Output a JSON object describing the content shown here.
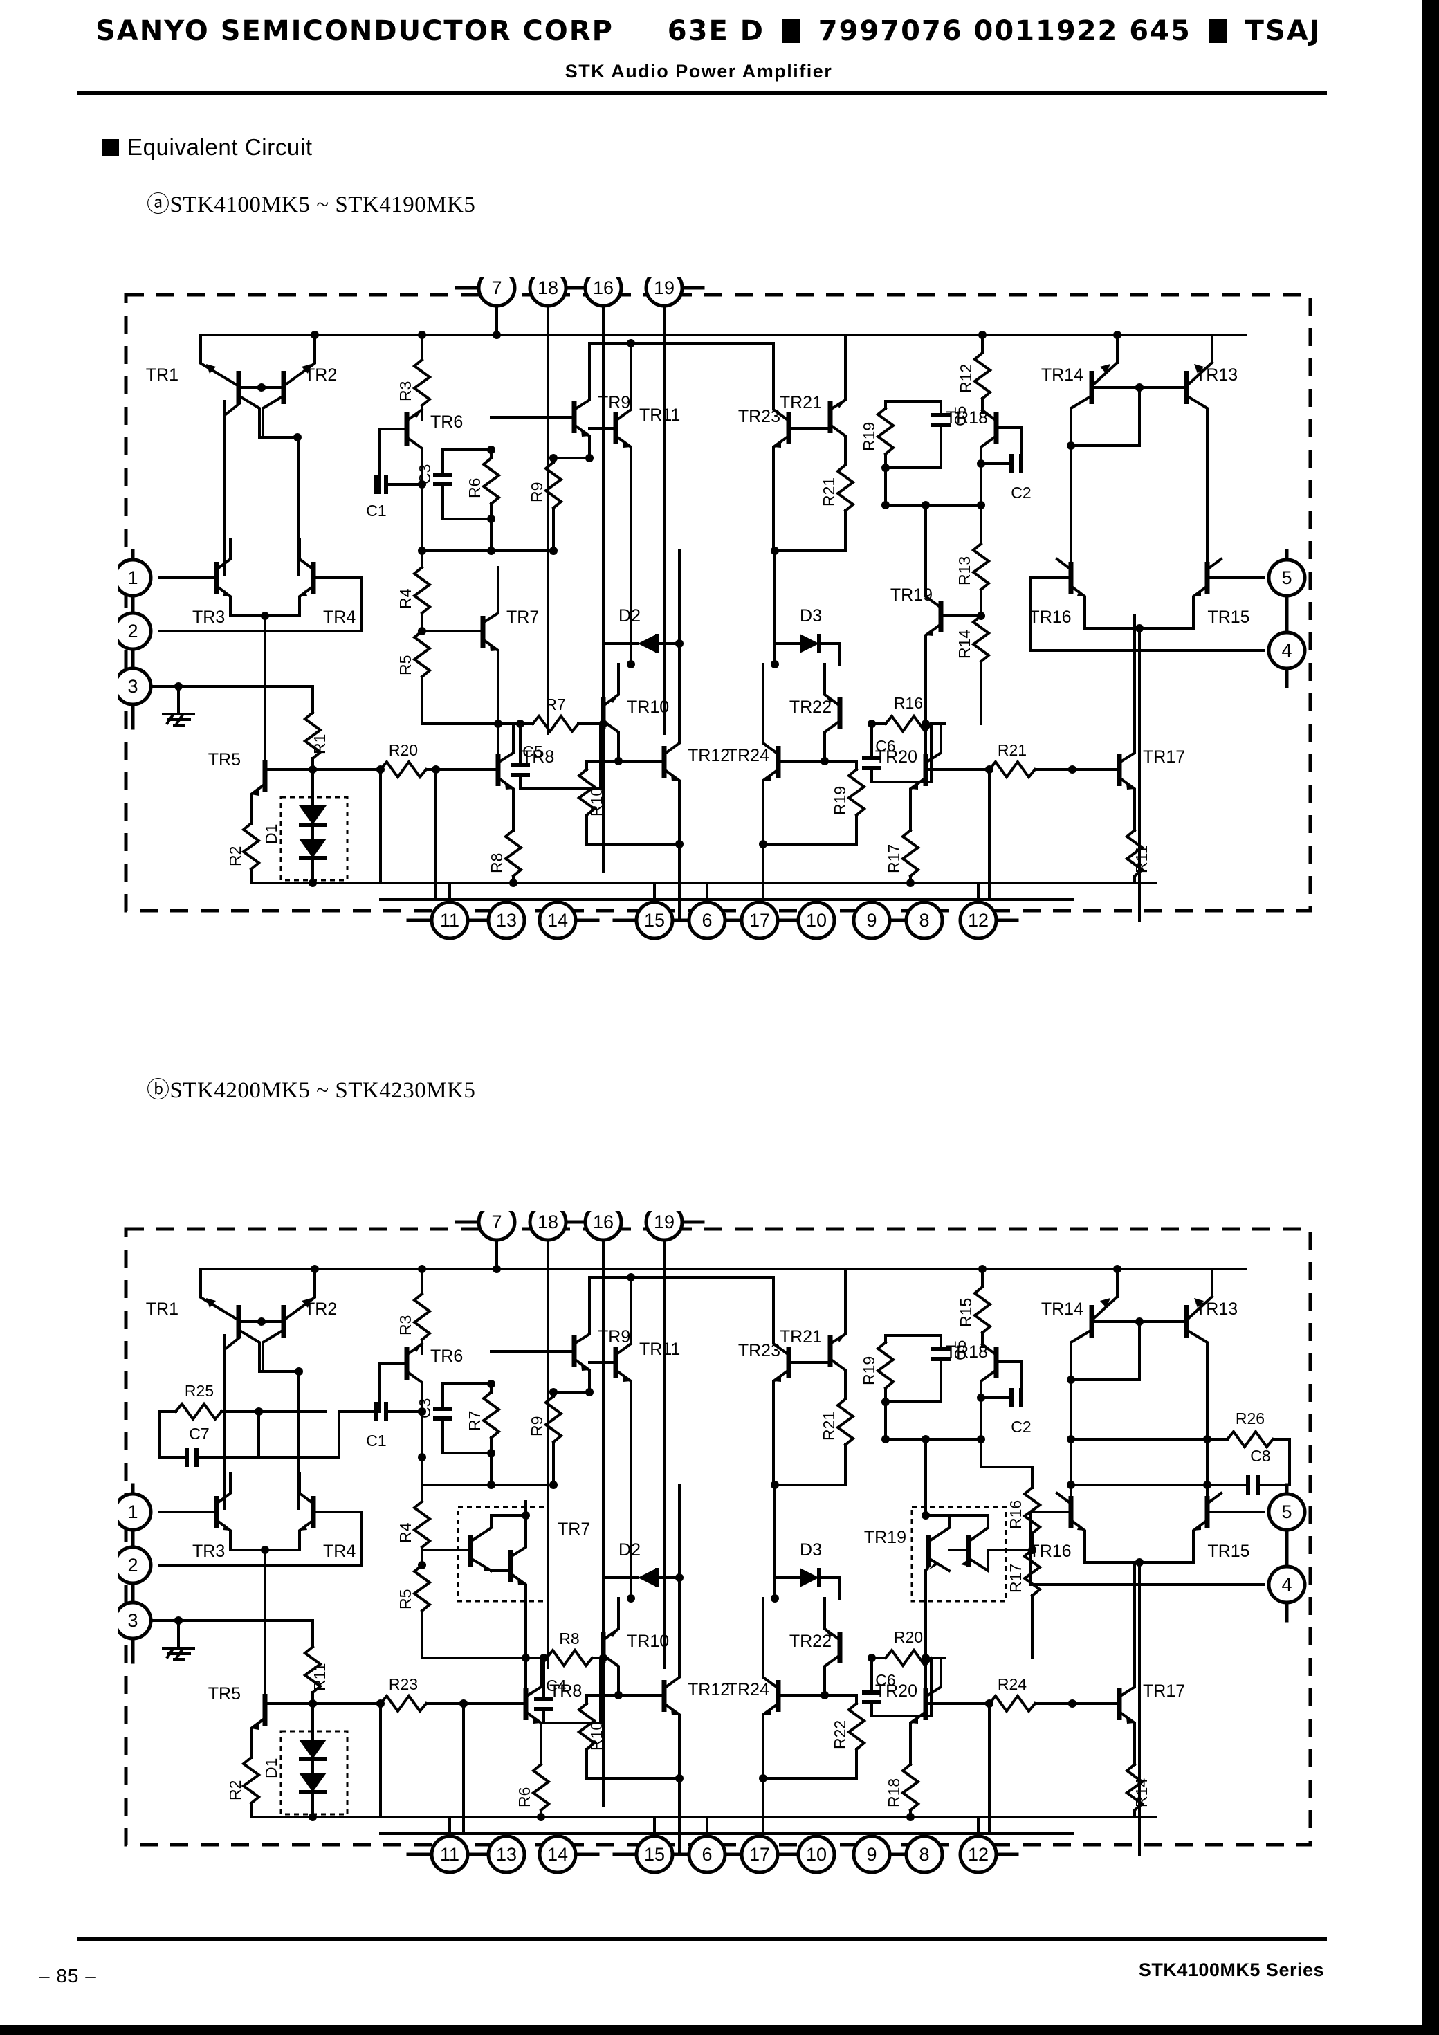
{
  "header": {
    "company": "SANYO SEMICONDUCTOR CORP",
    "code1": "63E D",
    "code2": "7997076 0011922 645",
    "code3": "TSAJ",
    "subtitle": "STK Audio Power Amplifier"
  },
  "section": {
    "title": "Equivalent Circuit",
    "subtitle_a": "ⓐSTK4100MK5 ~ STK4190MK5",
    "subtitle_b": "ⓑSTK4200MK5 ~ STK4230MK5"
  },
  "footer": {
    "page": "– 85 –",
    "series": "STK4100MK5 Series"
  },
  "circuit_a": {
    "name": "STK4100MK5 ~ STK4190MK5 equivalent circuit",
    "pins_top": [
      "7",
      "18",
      "16",
      "19"
    ],
    "pins_left": [
      "1",
      "2",
      "3"
    ],
    "pins_right": [
      "5",
      "4"
    ],
    "pins_bottom": [
      "11",
      "13",
      "14",
      "15",
      "6",
      "17",
      "10",
      "9",
      "8",
      "12"
    ],
    "transistors": [
      "TR1",
      "TR2",
      "TR3",
      "TR4",
      "TR5",
      "TR6",
      "TR7",
      "TR8",
      "TR9",
      "TR10",
      "TR11",
      "TR12",
      "TR13",
      "TR14",
      "TR15",
      "TR16",
      "TR17",
      "TR18",
      "TR19",
      "TR20",
      "TR21",
      "TR22",
      "TR23",
      "TR24"
    ],
    "resistors": [
      "R1",
      "R2",
      "R3",
      "R4",
      "R5",
      "R6",
      "R7",
      "R8",
      "R9",
      "R10",
      "R11",
      "R12",
      "R13",
      "R14",
      "R16",
      "R17",
      "R19",
      "R19",
      "R20",
      "R21"
    ],
    "capacitors": [
      "C1",
      "C2",
      "C3",
      "C5",
      "C5",
      "C6"
    ],
    "diodes": [
      "D1",
      "D2",
      "D3"
    ],
    "ground": "ground-symbol"
  },
  "circuit_b": {
    "name": "STK4200MK5 ~ STK4230MK5 equivalent circuit",
    "pins_top": [
      "7",
      "18",
      "16",
      "19"
    ],
    "pins_left": [
      "1",
      "2",
      "3"
    ],
    "pins_right": [
      "5",
      "4"
    ],
    "pins_bottom": [
      "11",
      "13",
      "14",
      "15",
      "6",
      "17",
      "10",
      "9",
      "8",
      "12"
    ],
    "transistors": [
      "TR1",
      "TR2",
      "TR3",
      "TR4",
      "TR5",
      "TR6",
      "TR7",
      "TR8",
      "TR9",
      "TR10",
      "TR11",
      "TR12",
      "TR13",
      "TR14",
      "TR15",
      "TR16",
      "TR17",
      "TR18",
      "TR19",
      "TR20",
      "TR21",
      "TR22",
      "TR23",
      "TR24"
    ],
    "resistors": [
      "R2",
      "R4",
      "R5",
      "R6",
      "R7",
      "R8",
      "R10",
      "R11",
      "R14",
      "R15",
      "R16",
      "R17",
      "R18",
      "R19",
      "R20",
      "R21",
      "R22",
      "R23",
      "R24",
      "R25",
      "R26",
      "R3"
    ],
    "capacitors": [
      "C1",
      "C2",
      "C3",
      "C4",
      "C5",
      "C6",
      "C7",
      "C8"
    ],
    "diodes": [
      "D1",
      "D2",
      "D3"
    ],
    "ground": "ground-symbol"
  }
}
